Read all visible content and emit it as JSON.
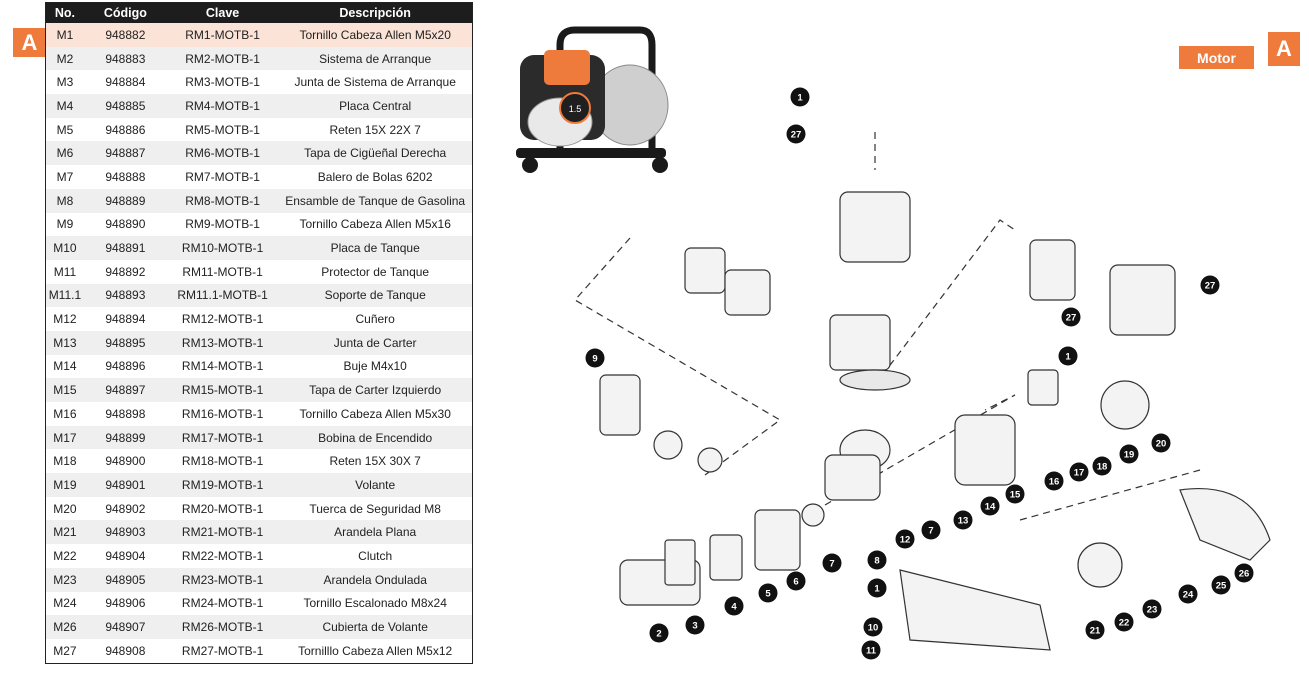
{
  "section_badge": "A",
  "section_title": "Motor",
  "headers": {
    "no": "No.",
    "codigo": "Código",
    "clave": "Clave",
    "descripcion": "Descripción"
  },
  "parts": [
    {
      "no": "M1",
      "codigo": "948882",
      "clave": "RM1-MOTB-1",
      "descripcion": "Tornillo Cabeza Allen M5x20"
    },
    {
      "no": "M2",
      "codigo": "948883",
      "clave": "RM2-MOTB-1",
      "descripcion": "Sistema de Arranque"
    },
    {
      "no": "M3",
      "codigo": "948884",
      "clave": "RM3-MOTB-1",
      "descripcion": "Junta de Sistema de Arranque"
    },
    {
      "no": "M4",
      "codigo": "948885",
      "clave": "RM4-MOTB-1",
      "descripcion": "Placa Central"
    },
    {
      "no": "M5",
      "codigo": "948886",
      "clave": "RM5-MOTB-1",
      "descripcion": "Reten 15X 22X 7"
    },
    {
      "no": "M6",
      "codigo": "948887",
      "clave": "RM6-MOTB-1",
      "descripcion": "Tapa de Cigüeñal Derecha"
    },
    {
      "no": "M7",
      "codigo": "948888",
      "clave": "RM7-MOTB-1",
      "descripcion": "Balero de Bolas 6202"
    },
    {
      "no": "M8",
      "codigo": "948889",
      "clave": "RM8-MOTB-1",
      "descripcion": "Ensamble de Tanque de Gasolina"
    },
    {
      "no": "M9",
      "codigo": "948890",
      "clave": "RM9-MOTB-1",
      "descripcion": "Tornillo Cabeza Allen M5x16"
    },
    {
      "no": "M10",
      "codigo": "948891",
      "clave": "RM10-MOTB-1",
      "descripcion": "Placa de Tanque"
    },
    {
      "no": "M11",
      "codigo": "948892",
      "clave": "RM11-MOTB-1",
      "descripcion": "Protector de Tanque"
    },
    {
      "no": "M11.1",
      "codigo": "948893",
      "clave": "RM11.1-MOTB-1",
      "descripcion": "Soporte de Tanque"
    },
    {
      "no": "M12",
      "codigo": "948894",
      "clave": "RM12-MOTB-1",
      "descripcion": "Cuñero"
    },
    {
      "no": "M13",
      "codigo": "948895",
      "clave": "RM13-MOTB-1",
      "descripcion": "Junta de Carter"
    },
    {
      "no": "M14",
      "codigo": "948896",
      "clave": "RM14-MOTB-1",
      "descripcion": "Buje M4x10"
    },
    {
      "no": "M15",
      "codigo": "948897",
      "clave": "RM15-MOTB-1",
      "descripcion": "Tapa de Carter Izquierdo"
    },
    {
      "no": "M16",
      "codigo": "948898",
      "clave": "RM16-MOTB-1",
      "descripcion": "Tornillo Cabeza Allen M5x30"
    },
    {
      "no": "M17",
      "codigo": "948899",
      "clave": "RM17-MOTB-1",
      "descripcion": "Bobina de Encendido"
    },
    {
      "no": "M18",
      "codigo": "948900",
      "clave": "RM18-MOTB-1",
      "descripcion": "Reten 15X 30X 7"
    },
    {
      "no": "M19",
      "codigo": "948901",
      "clave": "RM19-MOTB-1",
      "descripcion": "Volante"
    },
    {
      "no": "M20",
      "codigo": "948902",
      "clave": "RM20-MOTB-1",
      "descripcion": "Tuerca de Seguridad  M8"
    },
    {
      "no": "M21",
      "codigo": "948903",
      "clave": "RM21-MOTB-1",
      "descripcion": "Arandela Plana"
    },
    {
      "no": "M22",
      "codigo": "948904",
      "clave": "RM22-MOTB-1",
      "descripcion": "Clutch"
    },
    {
      "no": "M23",
      "codigo": "948905",
      "clave": "RM23-MOTB-1",
      "descripcion": "Arandela Ondulada"
    },
    {
      "no": "M24",
      "codigo": "948906",
      "clave": "RM24-MOTB-1",
      "descripcion": "Tornillo Escalonado M8x24"
    },
    {
      "no": "M26",
      "codigo": "948907",
      "clave": "RM26-MOTB-1",
      "descripcion": "Cubierta de Volante"
    },
    {
      "no": "M27",
      "codigo": "948908",
      "clave": "RM27-MOTB-1",
      "descripcion": "Tornilllo Cabeza Allen M5x12"
    }
  ],
  "callouts": [
    "1",
    "27",
    "9",
    "1",
    "8",
    "1",
    "10",
    "11",
    "2",
    "3",
    "4",
    "5",
    "6",
    "7",
    "7",
    "12",
    "13",
    "14",
    "15",
    "16",
    "17",
    "18",
    "19",
    "20",
    "27",
    "27",
    "21",
    "22",
    "23",
    "24",
    "25",
    "26"
  ],
  "product_photo_text": "1.5",
  "colors": {
    "accent": "#ee7a3c",
    "header_bg": "#1d1d1d",
    "row_alt": "#efefef",
    "row_highlight": "#fbe3d7"
  }
}
